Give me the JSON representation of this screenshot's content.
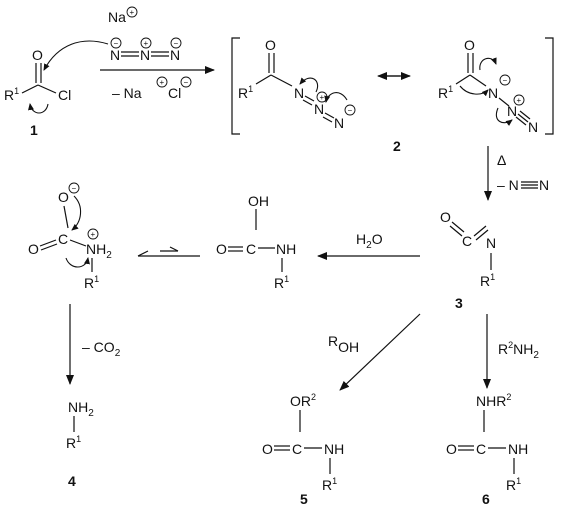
{
  "reagent": {
    "sodium": "Na",
    "azide_n": "N",
    "byproducts": "– Na",
    "chloride": "Cl"
  },
  "atoms": {
    "oxygen": "O",
    "nitrogen": "N",
    "carbon": "C",
    "chlorine": "Cl",
    "hydrogen": "H",
    "r": "R",
    "r_sup1": "1",
    "r_sup2": "2",
    "nh": "NH",
    "nh2": "NH",
    "oh": "OH",
    "sub2": "2",
    "nhr": "NHR",
    "oring": "OR"
  },
  "charges": {
    "plus": "+",
    "minus": "−"
  },
  "conditions": {
    "heat": "Δ",
    "loss_n2": "– N",
    "water": "H",
    "water_o": "O",
    "loss_co2": "– CO",
    "alcohol": "R",
    "alcohol_oh": "OH",
    "amine": "R",
    "amine_nh2": "NH"
  },
  "compound_labels": [
    "1",
    "2",
    "3",
    "4",
    "5",
    "6"
  ]
}
